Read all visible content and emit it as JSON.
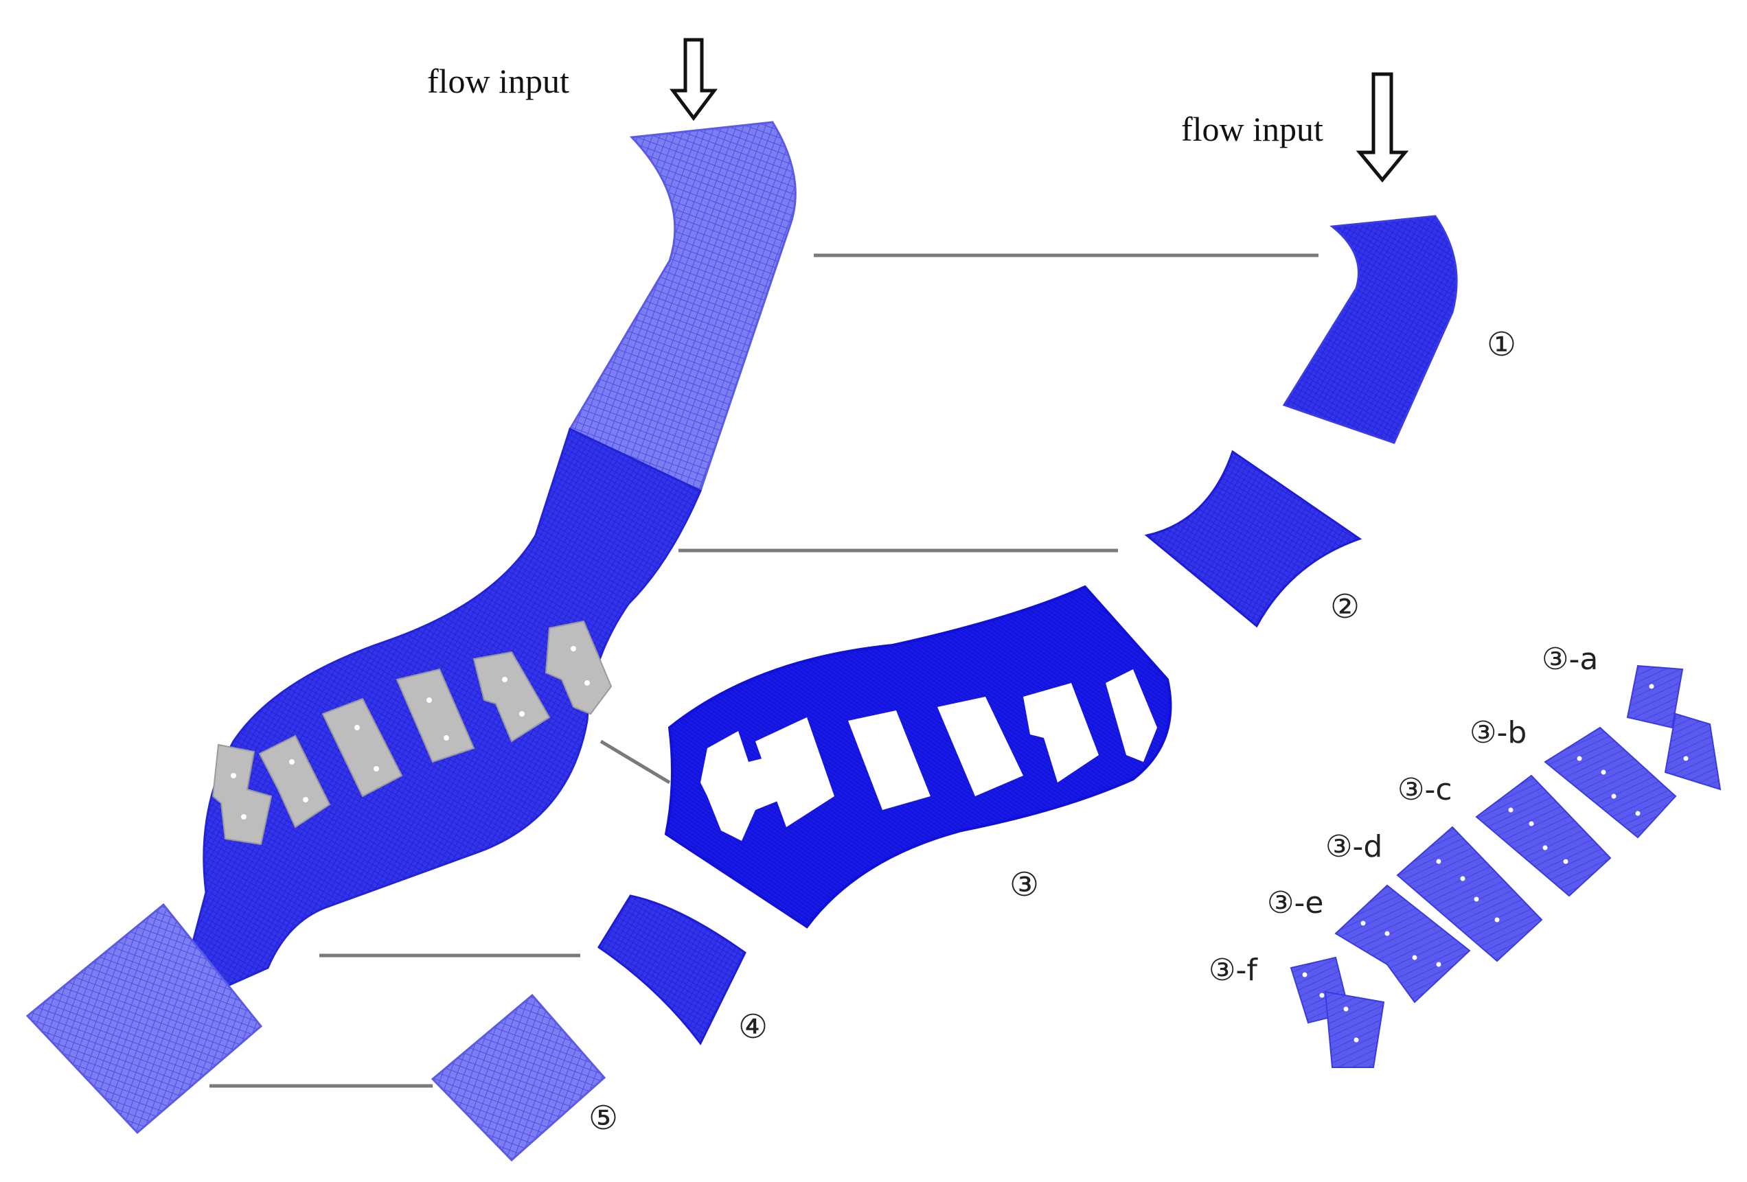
{
  "labels": {
    "flow_input_left": "flow input",
    "flow_input_right": "flow input",
    "part_1": "①",
    "part_2": "②",
    "part_3": "③",
    "part_4": "④",
    "part_5": "⑤",
    "sub_a": "③-a",
    "sub_b": "③-b",
    "sub_c": "③-c",
    "sub_d": "③-d",
    "sub_e": "③-e",
    "sub_f": "③-f"
  },
  "colors": {
    "mesh_light": "#7878f0",
    "mesh_mid": "#4a4aee",
    "mesh_dense": "#1a1ae6",
    "building": "#bdbdbd",
    "leader_line": "#7a7a7a",
    "arrow": "#111111"
  }
}
